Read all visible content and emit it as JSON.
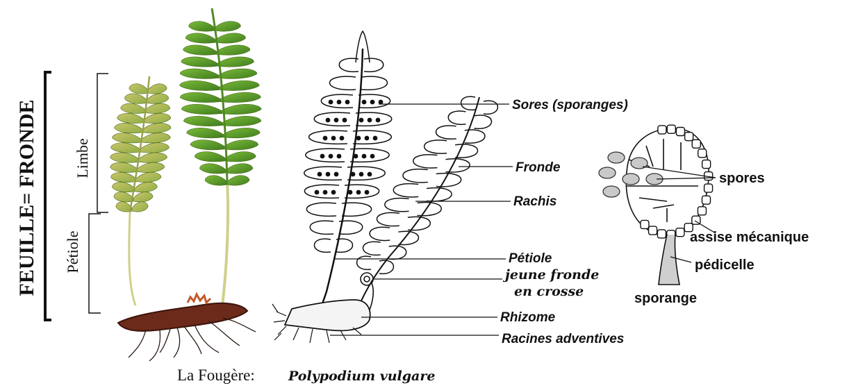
{
  "left_panel": {
    "vertical_title": "FEUILLE= FRONDE",
    "limbe_label": "Limbe",
    "petiole_label": "Pétiole"
  },
  "caption": {
    "prefix": "La Fougère:",
    "species": "Polypodium vulgare"
  },
  "fern_labels": {
    "sores": "Sores (sporanges)",
    "fronde": "Fronde",
    "rachis": "Rachis",
    "petiole": "Pétiole",
    "jeune_line1": "jeune fronde",
    "jeune_line2": "en crosse",
    "rhizome": "Rhizome",
    "racines": "Racines adventives"
  },
  "sporangium_labels": {
    "spores": "spores",
    "assise": "assise mécanique",
    "pedicelle": "pédicelle",
    "sporange": "sporange"
  },
  "colors": {
    "young_frond": "#a9b65a",
    "mature_frond": "#5e9a2c",
    "stipe": "#cfd08a",
    "rhizome": "#6b2a1a",
    "spore_fill": "#c9c9c9",
    "ink": "#111111"
  }
}
